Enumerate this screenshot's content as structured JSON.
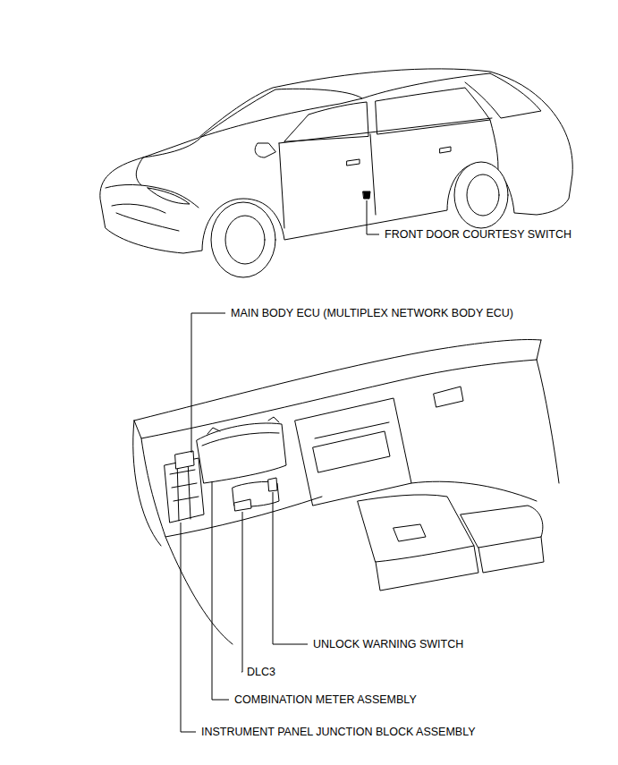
{
  "diagram": {
    "labels": [
      "FRONT DOOR COURTESY SWITCH",
      "MAIN BODY ECU (MULTIPLEX NETWORK BODY ECU)",
      "UNLOCK WARNING SWITCH",
      "DLC3",
      "COMBINATION METER ASSEMBLY",
      "INSTRUMENT PANEL JUNCTION BLOCK ASSEMBLY"
    ]
  }
}
